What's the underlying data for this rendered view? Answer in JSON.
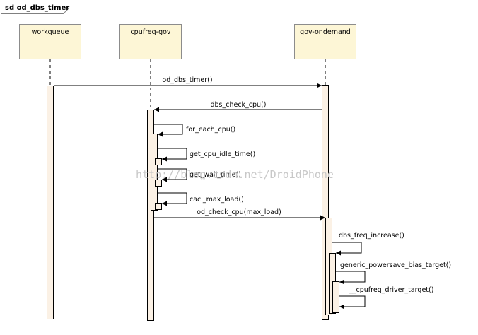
{
  "frame": {
    "title": "sd od_dbs_timer"
  },
  "lifelines": [
    {
      "id": "workqueue",
      "label": "workqueue"
    },
    {
      "id": "cpufreq-gov",
      "label": "cpufreq-gov"
    },
    {
      "id": "gov-ondemand",
      "label": "gov-ondemand"
    }
  ],
  "messages": [
    {
      "from": "workqueue",
      "to": "gov-ondemand",
      "label": "od_dbs_timer()"
    },
    {
      "from": "gov-ondemand",
      "to": "cpufreq-gov",
      "label": "dbs_check_cpu()"
    },
    {
      "from": "cpufreq-gov",
      "to": "cpufreq-gov",
      "label": "for_each_cpu()"
    },
    {
      "from": "cpufreq-gov",
      "to": "cpufreq-gov",
      "label": "get_cpu_idle_time()"
    },
    {
      "from": "cpufreq-gov",
      "to": "cpufreq-gov",
      "label": "get_wall_time()"
    },
    {
      "from": "cpufreq-gov",
      "to": "cpufreq-gov",
      "label": "cacl_max_load()"
    },
    {
      "from": "cpufreq-gov",
      "to": "gov-ondemand",
      "label": "od_check_cpu(max_load)"
    },
    {
      "from": "gov-ondemand",
      "to": "gov-ondemand",
      "label": "dbs_freq_increase()"
    },
    {
      "from": "gov-ondemand",
      "to": "gov-ondemand",
      "label": "generic_powersave_bias_target()"
    },
    {
      "from": "gov-ondemand",
      "to": "gov-ondemand",
      "label": "__cpufreq_driver_target()"
    }
  ],
  "watermark": "http://blog.csdn.net/DroidPhone"
}
